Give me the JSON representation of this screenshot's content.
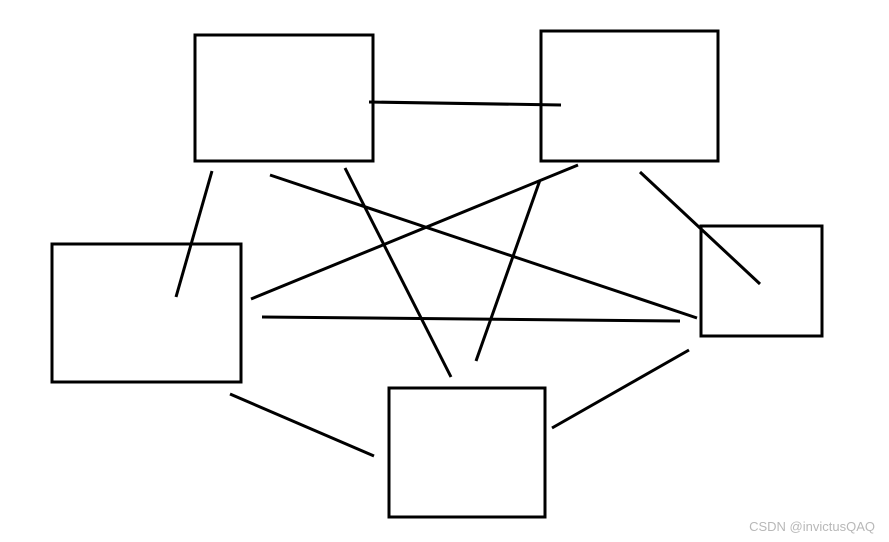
{
  "diagram": {
    "nodes": [
      "box-top-left",
      "box-top-right",
      "box-middle-left",
      "box-middle-right",
      "box-bottom"
    ],
    "stroke_color": "#000000"
  },
  "watermark": "CSDN @invictusQAQ"
}
